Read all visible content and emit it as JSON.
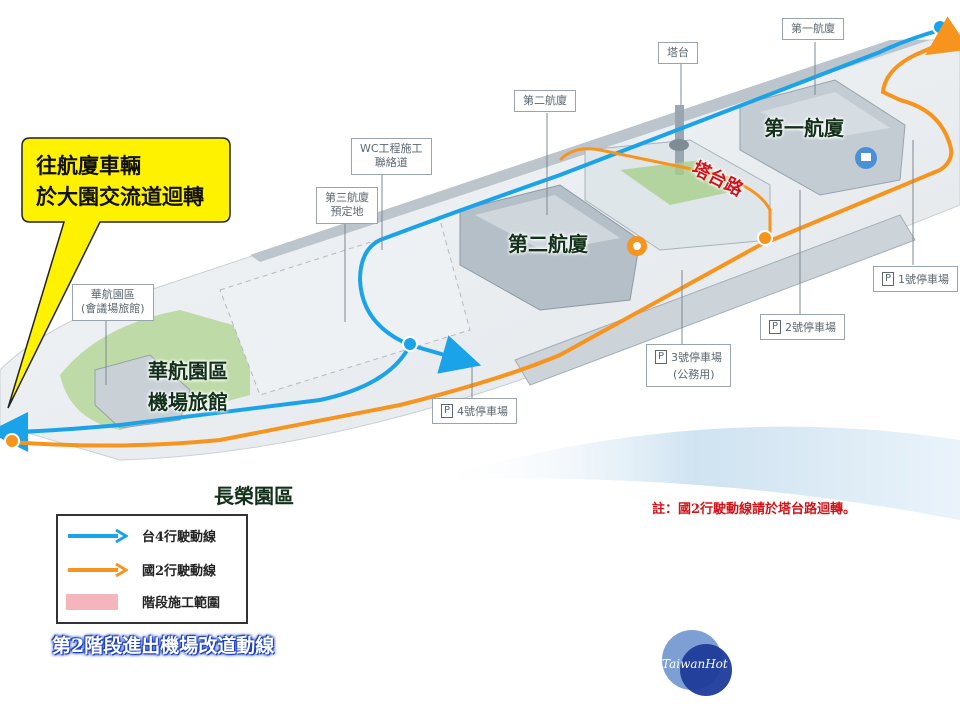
{
  "callout": {
    "line1": "往航廈車輛",
    "line2": "於大園交流道迴轉"
  },
  "buildings": {
    "terminal1": "第一航廈",
    "terminal2": "第二航廈",
    "hotel_line1": "華航園區",
    "hotel_line2": "機場旅館",
    "evergreen": "長榮園區"
  },
  "road": {
    "tower_road": "塔台路"
  },
  "site_labels": {
    "tower": "塔台",
    "terminal1_box": "第一航廈",
    "terminal2_box": "第二航廈",
    "terminal3_line1": "第三航廈",
    "terminal3_line2": "預定地",
    "wc_line1": "WC工程施工",
    "wc_line2": "聯絡道",
    "hotel_box_line1": "華航園區",
    "hotel_box_line2": "(會議場旅館)"
  },
  "parking": [
    {
      "p": "P",
      "label": "1號停車場"
    },
    {
      "p": "P",
      "label": "2號停車場"
    },
    {
      "p": "P",
      "label": "3號停車場",
      "sub": "(公務用)"
    },
    {
      "p": "P",
      "label": "4號停車場"
    }
  ],
  "legend": {
    "items": [
      {
        "label": "台4行駛動線",
        "color": "#1aa3e8"
      },
      {
        "label": "國2行駛動線",
        "color": "#f7941d"
      },
      {
        "label": "階段施工範圍",
        "color": "#f5b5bd"
      }
    ]
  },
  "phase_title": "第2階段進出機場改道動線",
  "note": "註：國2行駛動線請於塔台路迴轉。",
  "logo": {
    "text": "TaiwanHot"
  },
  "colors": {
    "route_tai4": "#1aa3e8",
    "route_guo2": "#f7941d",
    "construction": "#f5b5bd",
    "callout_fill": "#fff200",
    "note_red": "#d1141b",
    "phase_blue": "#1a3fc1"
  }
}
